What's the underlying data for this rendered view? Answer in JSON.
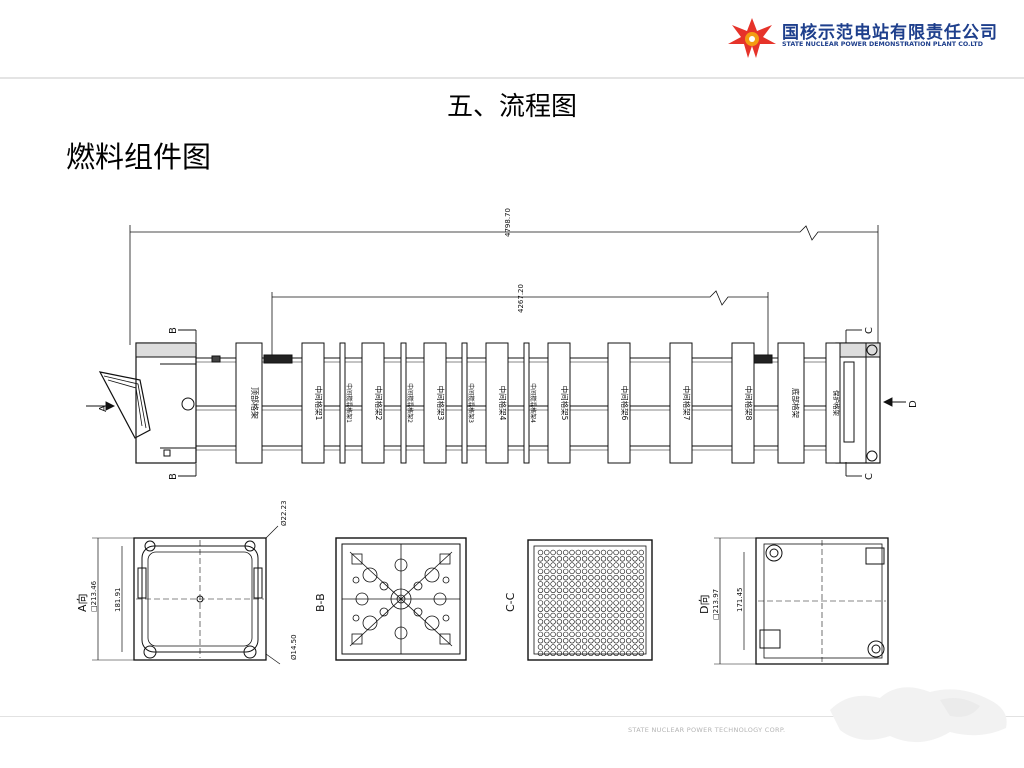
{
  "header": {
    "logo_cn": "国核示范电站有限责任公司",
    "logo_en": "STATE NUCLEAR POWER DEMONSTRATION PLANT CO.LTD"
  },
  "slide": {
    "title": "五、流程图",
    "subtitle": "燃料组件图"
  },
  "drawing": {
    "dim_overall": "4798.70",
    "dim_grid_span": "4267.20",
    "section_marks": {
      "a": "A",
      "b": "B",
      "c": "C",
      "d": "D"
    },
    "grids": [
      "顶部格架",
      "中间格架1",
      "中间搅混格架1",
      "中间格架2",
      "中间搅混格架2",
      "中间格架3",
      "中间搅混格架3",
      "中间格架4",
      "中间搅混格架4",
      "中间格架5",
      "中间格架6",
      "中间格架7",
      "中间格架8",
      "底部格架",
      "保护格架"
    ],
    "views": {
      "a_label": "A向",
      "a_dim_outer": "□213.46",
      "a_dim_inner": "181.91",
      "a_dia_top": "Ø22.23",
      "a_dia_bottom": "Ø14.50",
      "bb_label": "B-B",
      "cc_label": "C-C",
      "d_label": "D向",
      "d_dim_outer": "□213.97",
      "d_dim_inner": "171.45"
    }
  },
  "footer": {
    "text": "STATE NUCLEAR POWER TECHNOLOGY CORP."
  },
  "colors": {
    "brand_blue": "#1e3f8c",
    "logo_red": "#e6332a",
    "logo_orange": "#f39c12"
  }
}
